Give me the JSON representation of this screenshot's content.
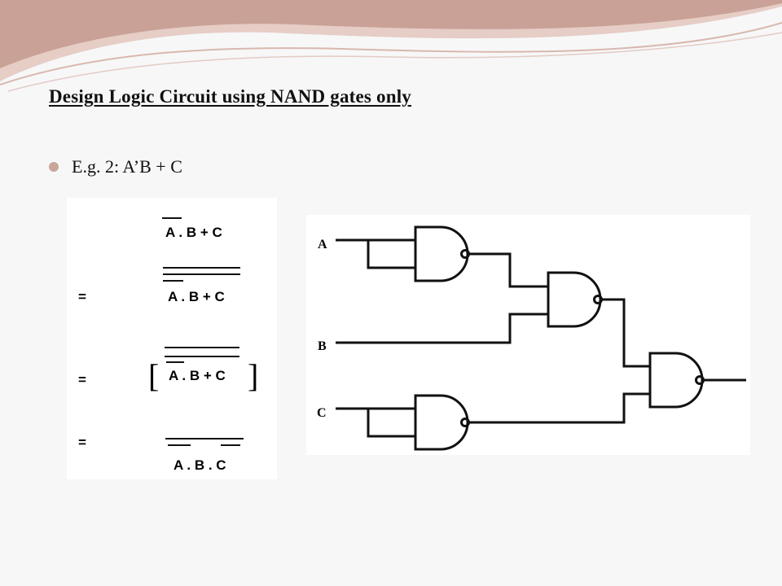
{
  "slide": {
    "title": "Design Logic Circuit using NAND gates only",
    "bullet": "E.g. 2: A’B + C"
  },
  "equations": {
    "line1": "A . B + C",
    "line2_eq": "=",
    "line2": "A . B + C",
    "line3_eq": "=",
    "line3_open": "[",
    "line3": "A . B + C",
    "line3_close": "]",
    "line4_eq": "=",
    "line4": "A . B . C"
  },
  "circuit": {
    "input_a": "A",
    "input_b": "B",
    "input_c": "C"
  },
  "colors": {
    "swoosh_dark": "#c9a196",
    "swoosh_light": "#e6cdc6",
    "bullet": "#c9a69a"
  }
}
